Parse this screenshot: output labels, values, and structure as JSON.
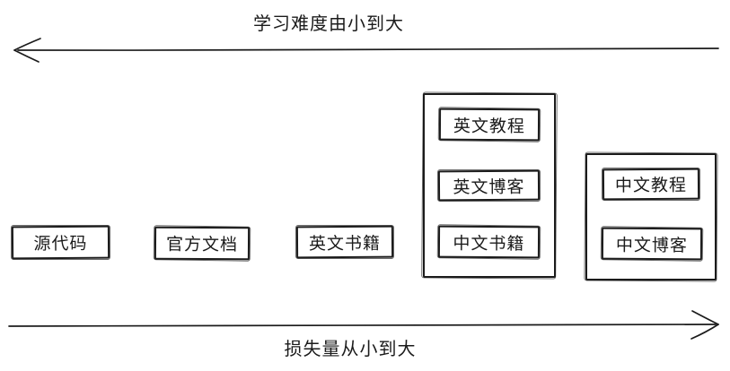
{
  "axes": {
    "top": {
      "label": "学习难度由小到大",
      "direction": "left"
    },
    "bottom": {
      "label": "损失量从小到大",
      "direction": "right"
    }
  },
  "boxes": {
    "source_code": {
      "label": "源代码"
    },
    "official_docs": {
      "label": "官方文档"
    },
    "english_books": {
      "label": "英文书籍"
    },
    "group_mixed": {
      "english_tutorials": {
        "label": "英文教程"
      },
      "english_blogs": {
        "label": "英文博客"
      },
      "chinese_books": {
        "label": "中文书籍"
      }
    },
    "group_chinese": {
      "chinese_tutorials": {
        "label": "中文教程"
      },
      "chinese_blogs": {
        "label": "中文博客"
      }
    }
  },
  "colors": {
    "ink": "#1b1b1b",
    "background": "#ffffff"
  }
}
